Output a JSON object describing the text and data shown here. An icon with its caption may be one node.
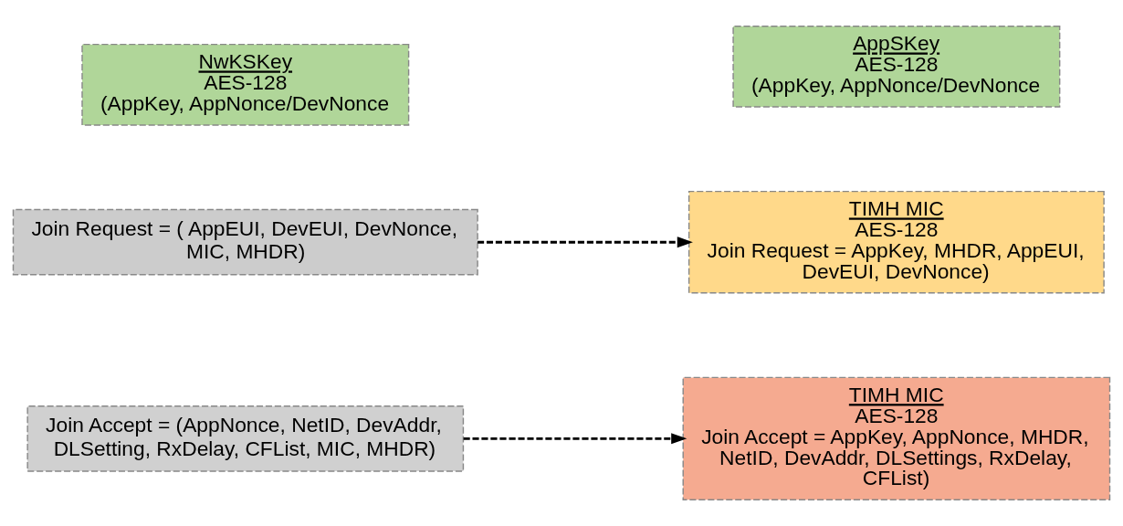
{
  "diagram": {
    "nodes": [
      {
        "text": [
          "Join Accept = (AppNonce, NetID, DevAddr, DLSetting, RxDelay, CFList, MIC, MHDR)"
        ]
      },
      {
        "text": [
          "TIMH MIC",
          "AES-128",
          "Join Accept = AppKey, AppNonce, MHDR, NetID, DevAddr, DLSettings, RxDelay, CFList)"
        ]
      },
      {
        "text": [
          "Join Request = ( AppEUI, DevEUI, DevNonce, MIC, MHDR)"
        ]
      },
      {
        "text": [
          "TIMH MIC",
          "AES-128",
          "Join Request = AppKey, MHDR, AppEUI, DevEUI, DevNonce)"
        ]
      },
      {
        "text": [
          "NwKSKey",
          "AES-128",
          "(AppKey, AppNonce/DevNonce"
        ]
      },
      {
        "text": [
          "AppSKey",
          "AES-128",
          "(AppKey, AppNonce/DevNonce"
        ]
      }
    ],
    "edges": [
      {
        "from": 0,
        "to": 1,
        "arrow": "to",
        "style": "dashed"
      },
      {
        "from": 2,
        "to": 3,
        "arrow": "to",
        "style": "dashed"
      }
    ]
  }
}
